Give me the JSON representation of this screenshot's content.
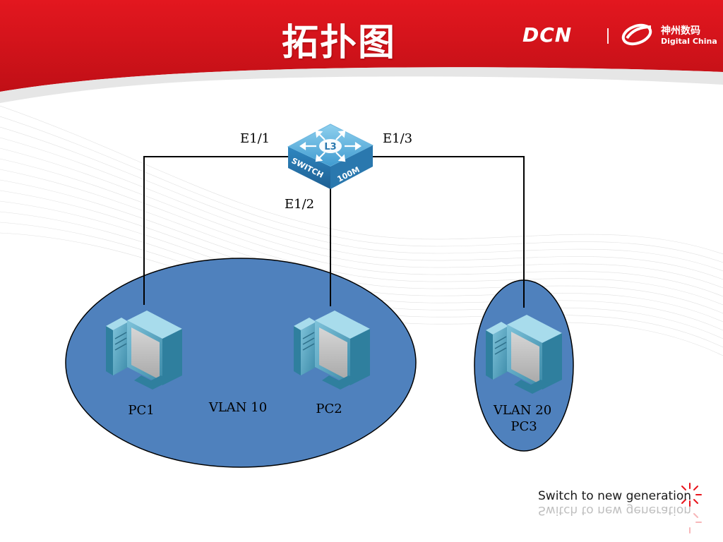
{
  "header": {
    "title": "拓扑图",
    "brand_dcn": "DCN",
    "brand_cn": "神州数码",
    "brand_en": "Digital China",
    "colors": {
      "banner": "#d8141c",
      "text": "#ffffff"
    }
  },
  "switch": {
    "icon": "l3-switch-icon",
    "badge": "L3",
    "face_left": "SWITCH",
    "face_right": "100M",
    "color": "#3a8fbf"
  },
  "ports": {
    "p1": "E1/1",
    "p2": "E1/2",
    "p3": "E1/3"
  },
  "vlans": {
    "vlan10": {
      "label": "VLAN 10",
      "fill": "#4f81bd"
    },
    "vlan20": {
      "label": "VLAN 20",
      "fill": "#4f81bd"
    }
  },
  "hosts": {
    "pc1": {
      "label": "PC1",
      "icon": "pc-icon"
    },
    "pc2": {
      "label": "PC2",
      "icon": "pc-icon"
    },
    "pc3": {
      "label": "PC3",
      "icon": "pc-icon"
    }
  },
  "footer": {
    "tagline": "Switch to new generation"
  }
}
